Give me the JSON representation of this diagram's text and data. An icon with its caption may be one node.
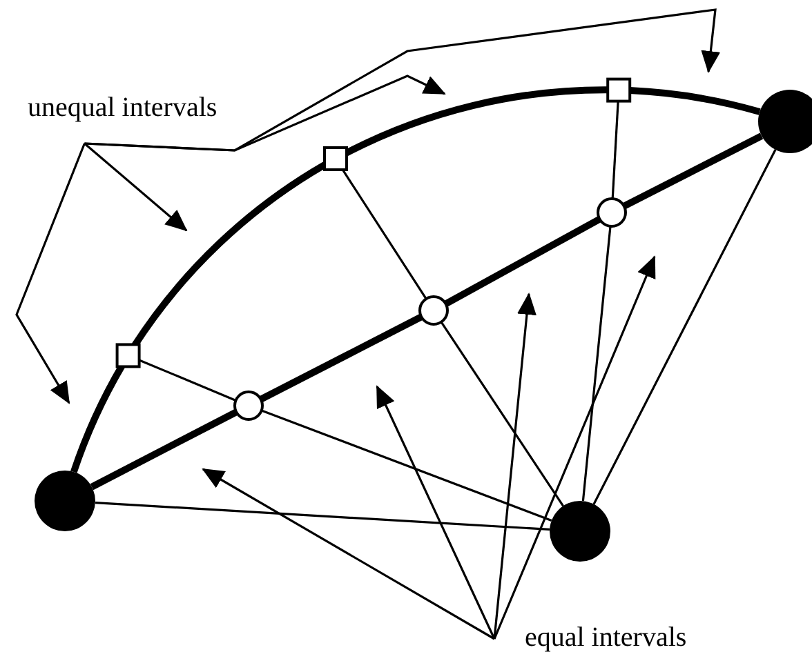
{
  "diagram": {
    "nodes": [
      {
        "text": [
          "unequal intervals"
        ]
      },
      {
        "text": [
          "equal intervals"
        ]
      },
      {
        "text": [],
        "shape": "circle"
      },
      {
        "text": [],
        "shape": "circle"
      },
      {
        "text": [],
        "shape": "circle"
      },
      {
        "text": [],
        "shape": "box"
      },
      {
        "text": [],
        "shape": "box"
      },
      {
        "text": [],
        "shape": "box"
      },
      {
        "text": [],
        "shape": "circle"
      },
      {
        "text": [],
        "shape": "circle"
      },
      {
        "text": [],
        "shape": "circle"
      }
    ],
    "edges": [
      {
        "from": 2,
        "to": 5,
        "arrow": "none",
        "style": "thick"
      },
      {
        "from": 5,
        "to": 6,
        "arrow": "none",
        "style": "thick"
      },
      {
        "from": 6,
        "to": 7,
        "arrow": "none",
        "style": "thick"
      },
      {
        "from": 7,
        "to": 4,
        "arrow": "none",
        "style": "thick"
      },
      {
        "from": 2,
        "to": 8,
        "arrow": "none",
        "style": "thick"
      },
      {
        "from": 8,
        "to": 9,
        "arrow": "none",
        "style": "thick"
      },
      {
        "from": 9,
        "to": 10,
        "arrow": "none",
        "style": "thick"
      },
      {
        "from": 10,
        "to": 4,
        "arrow": "none",
        "style": "thick"
      },
      {
        "from": 2,
        "to": 3,
        "arrow": "none"
      },
      {
        "from": 5,
        "to": 8,
        "arrow": "none"
      },
      {
        "from": 8,
        "to": 3,
        "arrow": "none"
      },
      {
        "from": 6,
        "to": 9,
        "arrow": "none"
      },
      {
        "from": 9,
        "to": 3,
        "arrow": "none"
      },
      {
        "from": 7,
        "to": 10,
        "arrow": "none"
      },
      {
        "from": 10,
        "to": 3,
        "arrow": "none"
      },
      {
        "from": 4,
        "to": 3,
        "arrow": "none"
      },
      {
        "from": 0,
        "to": null,
        "arrow": "to"
      },
      {
        "from": 0,
        "to": null,
        "arrow": "to"
      },
      {
        "from": 0,
        "to": null,
        "arrow": "to"
      },
      {
        "from": 0,
        "to": null,
        "arrow": "to"
      },
      {
        "from": 1,
        "to": null,
        "arrow": "to"
      },
      {
        "from": 1,
        "to": null,
        "arrow": "to"
      },
      {
        "from": 1,
        "to": null,
        "arrow": "to"
      },
      {
        "from": 1,
        "to": null,
        "arrow": "to"
      }
    ]
  }
}
